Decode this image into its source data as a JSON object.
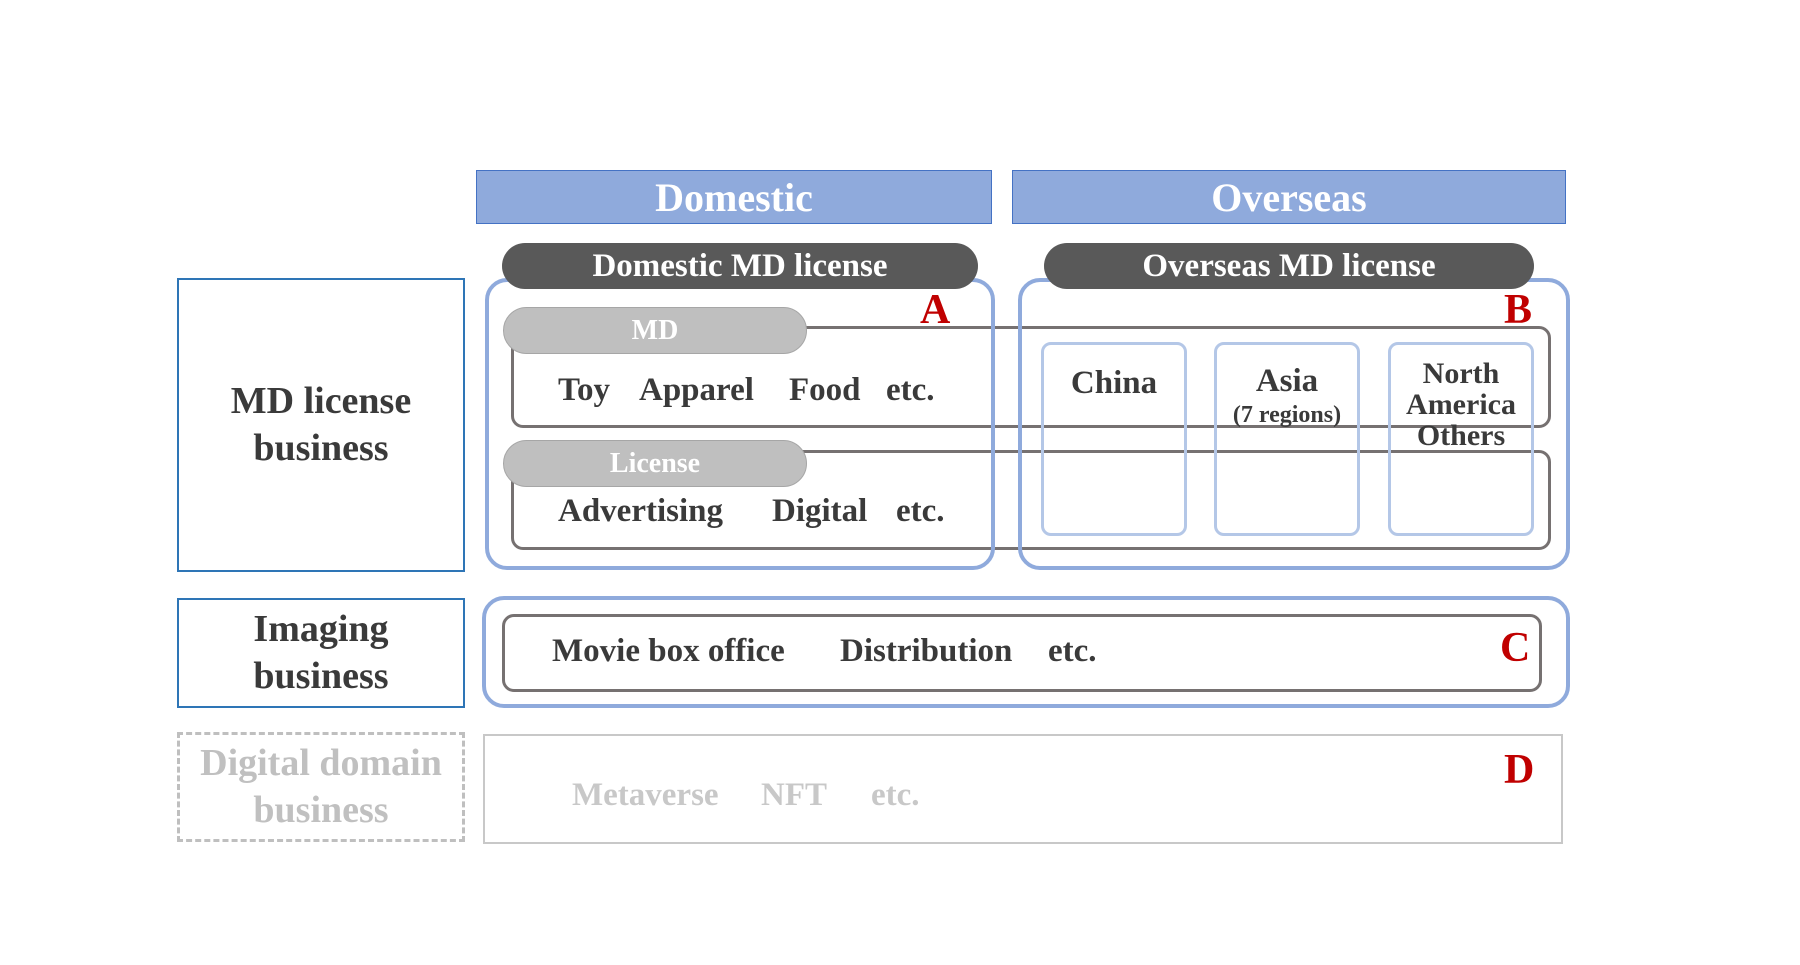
{
  "headers": {
    "domestic": "Domestic",
    "overseas": "Overseas"
  },
  "rows": {
    "md": "MD license business",
    "imaging": "Imaging business",
    "digital": "Digital domain business"
  },
  "licenses": {
    "domestic": "Domestic MD license",
    "overseas": "Overseas MD license"
  },
  "md_category": {
    "label": "MD",
    "items": [
      "Toy",
      "Apparel",
      "Food",
      "etc."
    ]
  },
  "license_category": {
    "label": "License",
    "items": [
      "Advertising",
      "Digital",
      "etc."
    ]
  },
  "regions": {
    "china": "China",
    "asia": "Asia",
    "asia_sub": "(7 regions)",
    "north_america": "North America Others"
  },
  "imaging_items": [
    "Movie box office",
    "Distribution",
    "etc."
  ],
  "digital_items": [
    "Metaverse",
    "NFT",
    "etc."
  ],
  "letters": {
    "a": "A",
    "b": "B",
    "c": "C",
    "d": "D"
  },
  "colors": {
    "header_fill": "#8faadc",
    "row_border": "#2e75b6",
    "outer_frame": "#8faadc",
    "dark_pill": "#595959",
    "grey_pill": "#bfbfbf",
    "letter_red": "#c00000",
    "dim_grey": "#bfbfbf"
  }
}
